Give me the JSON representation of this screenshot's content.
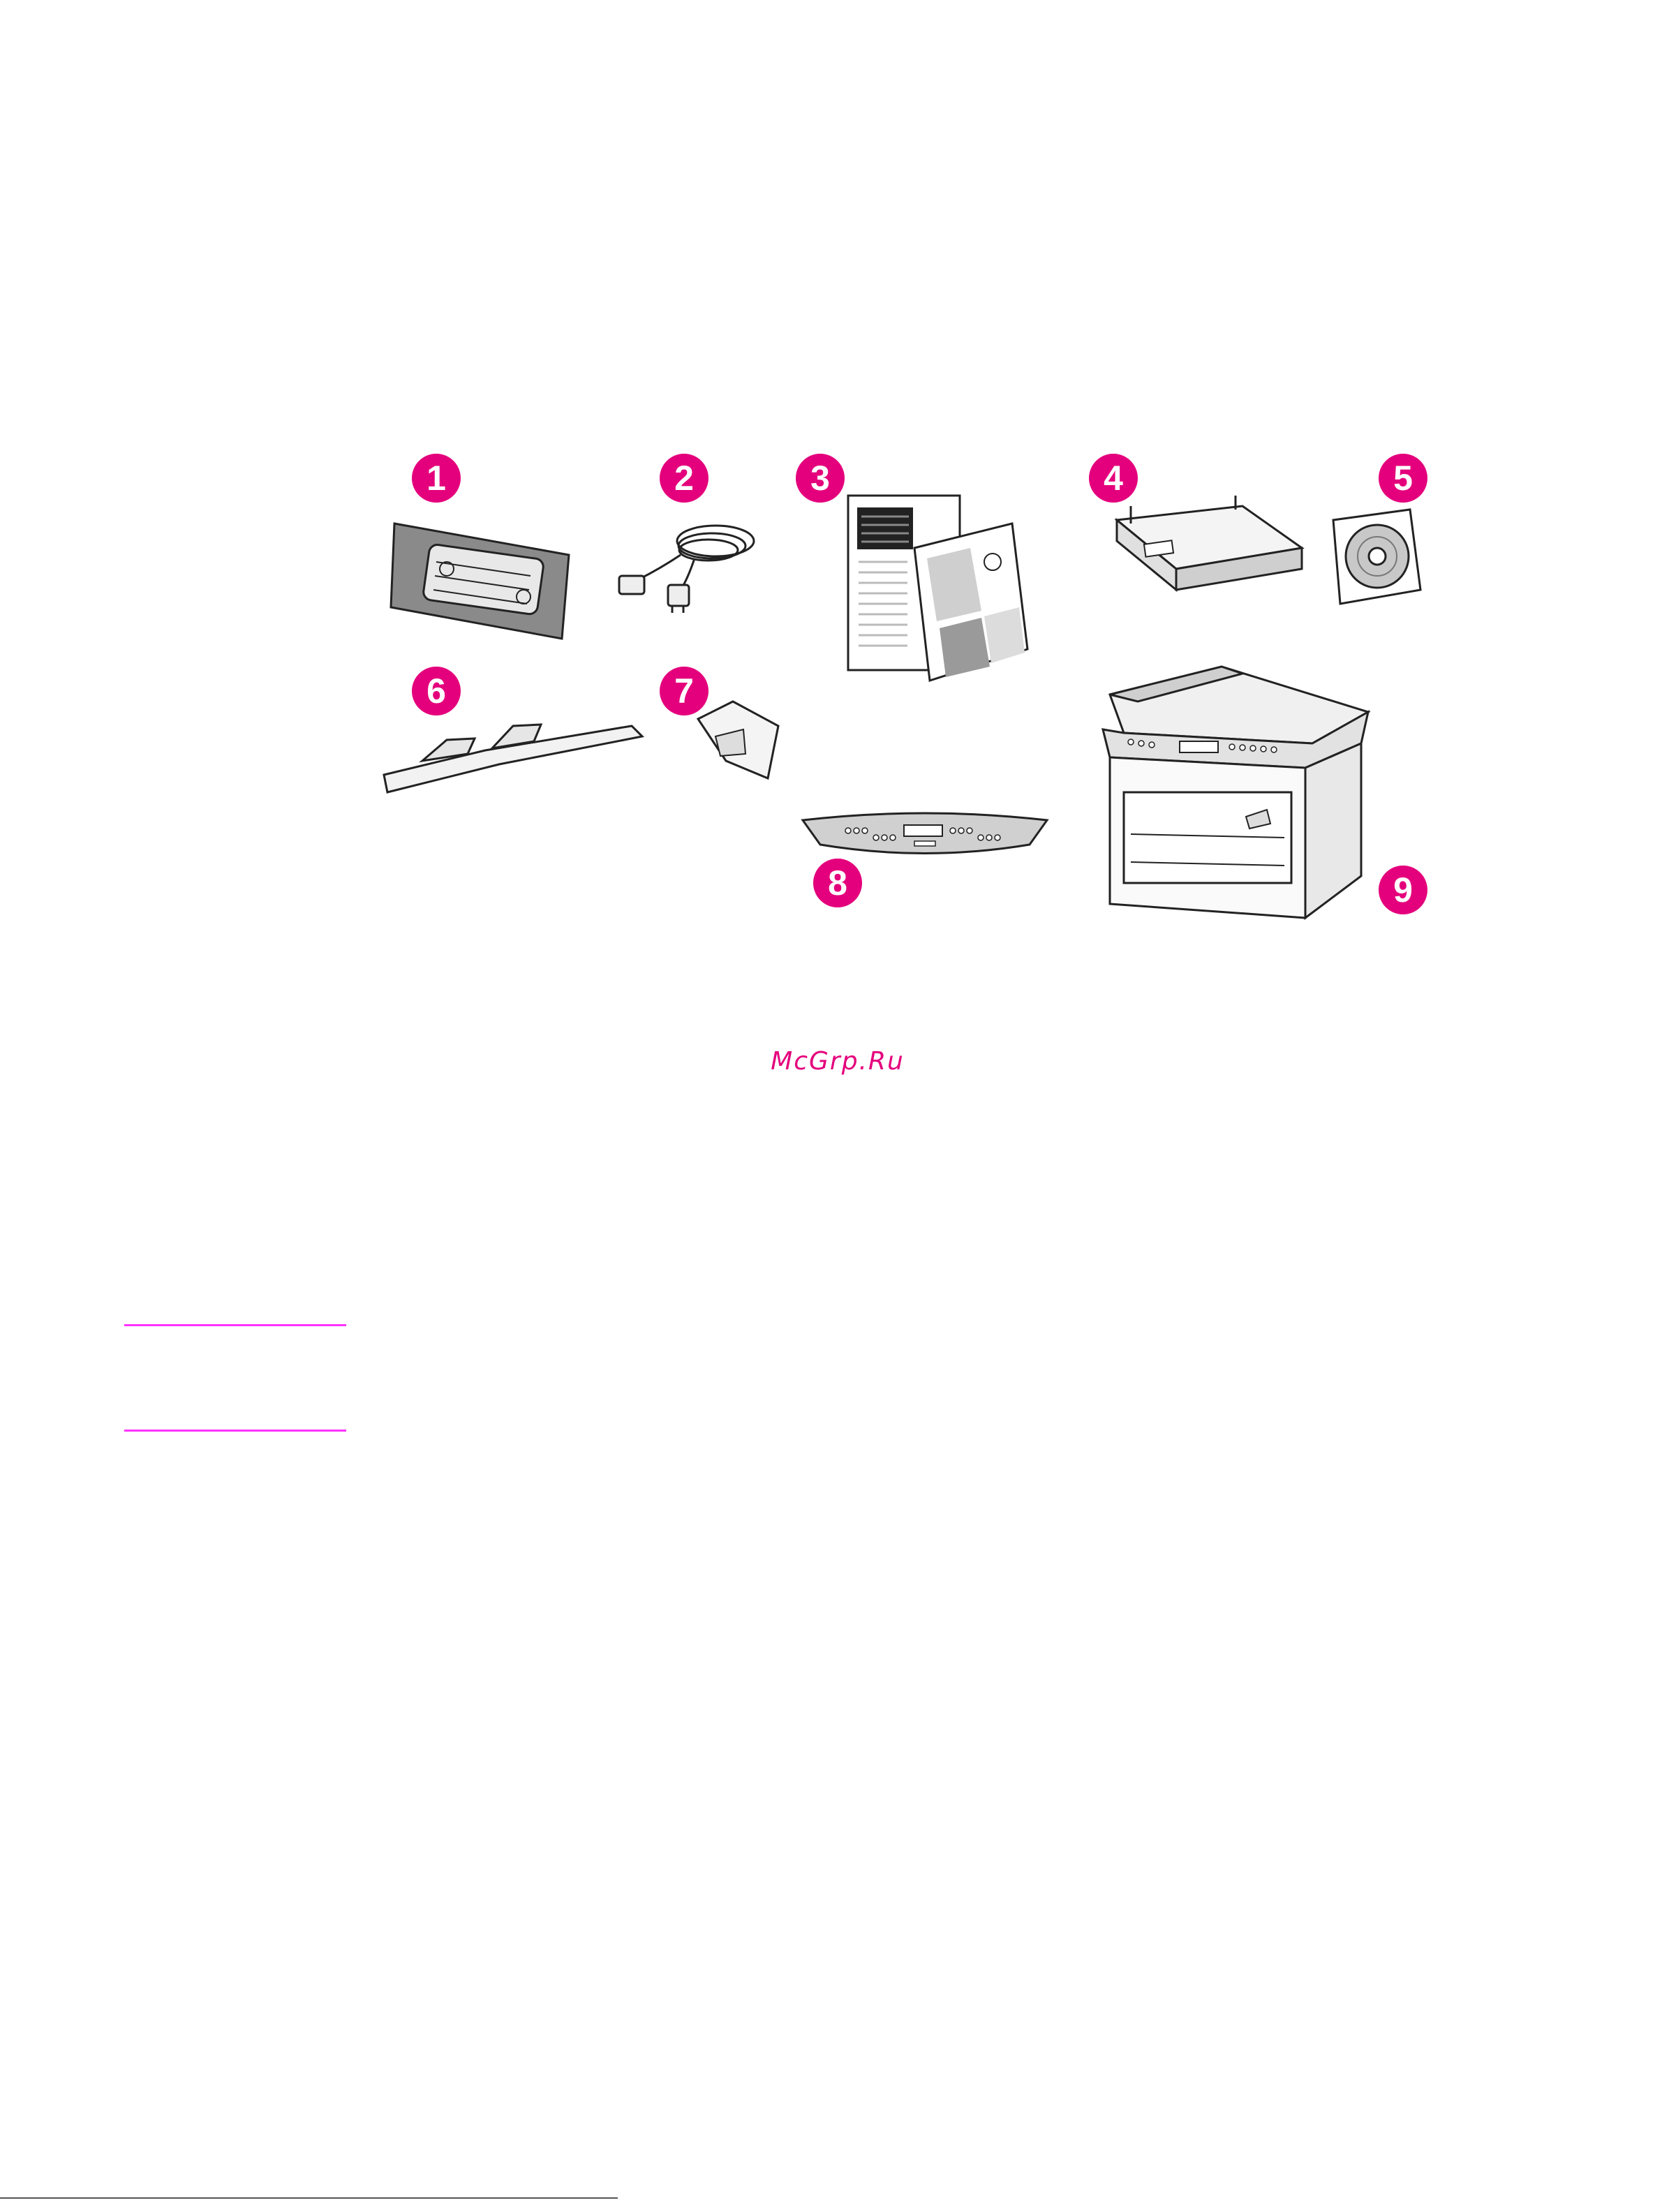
{
  "figure": {
    "callouts": [
      "1",
      "2",
      "3",
      "4",
      "5",
      "6",
      "7",
      "8",
      "9"
    ],
    "items": [
      {
        "icon": "toner-cartridge-icon"
      },
      {
        "icon": "power-cord-icon"
      },
      {
        "icon": "documentation-icon"
      },
      {
        "icon": "media-tray-icon"
      },
      {
        "icon": "software-cd-icon"
      },
      {
        "icon": "adf-input-tray-icon"
      },
      {
        "icon": "media-support-icon"
      },
      {
        "icon": "control-panel-overlay-icon"
      },
      {
        "icon": "all-in-one-device-icon"
      }
    ],
    "accent_color": "#e4007c"
  },
  "watermark": "McGrp.Ru"
}
